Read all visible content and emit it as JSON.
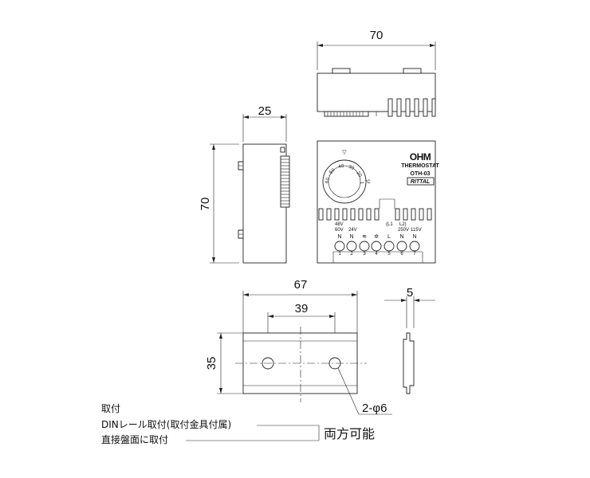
{
  "dimensions": {
    "top_width": "70",
    "side_depth": "25",
    "side_height": "70",
    "rail_width": "67",
    "hole_pitch": "39",
    "rail_height": "35",
    "rail_thickness": "5",
    "hole_spec": "2-φ6"
  },
  "front_panel": {
    "brand": "OHM",
    "product": "THERMOSTAT",
    "model": "OTH-03",
    "label": "RITTAL",
    "dial_mark": "▽",
    "dial_scale": "60 · 50 · 40 · 30 · 20 · 10 ·",
    "dial_unit": "°C",
    "terminal_groups": {
      "group1_line1": "48V",
      "group1_line2": "60V",
      "group2": "24V",
      "l1": "(L1",
      "l2": "L2)",
      "v250": "250V",
      "v115": "115V"
    },
    "terminal_letters": [
      "N",
      "N",
      "≋",
      "✲",
      "L",
      "N",
      "N"
    ],
    "terminal_numbers": [
      "1",
      "2",
      "3",
      "4",
      "5",
      "6",
      "7"
    ]
  },
  "notes": {
    "heading": "取付",
    "din_mount": "DINレール取付(取付金具付属)",
    "direct_mount": "直接盤面に取付",
    "both_possible": "両方可能"
  }
}
